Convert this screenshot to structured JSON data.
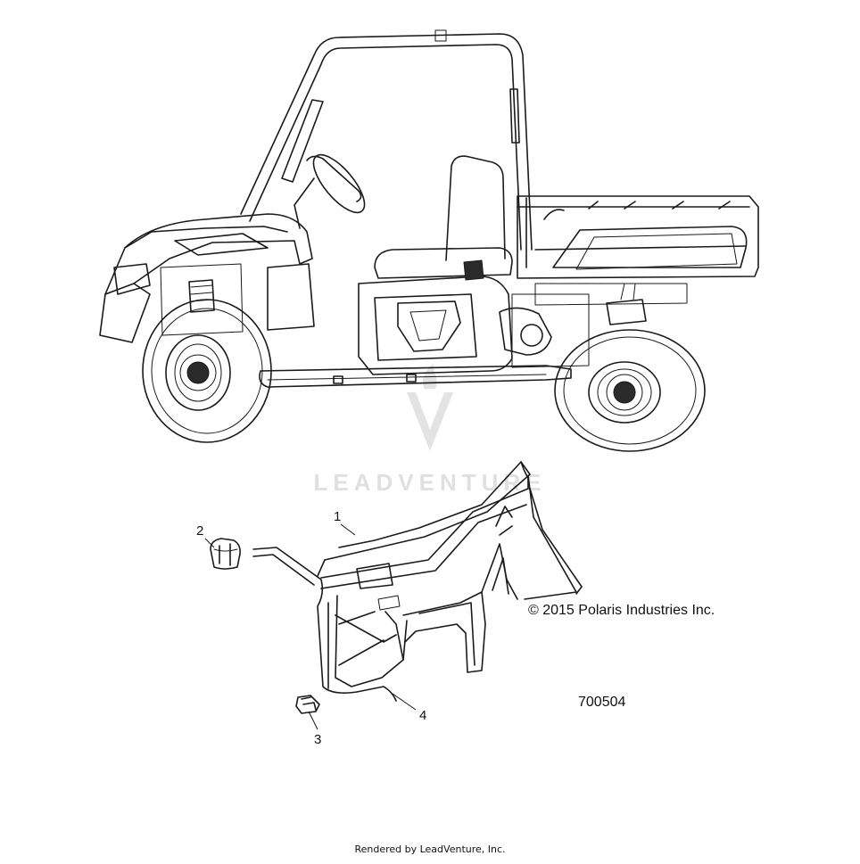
{
  "watermark": {
    "text": "LEADVENTURE"
  },
  "callouts": [
    {
      "id": "1",
      "label": "1"
    },
    {
      "id": "2",
      "label": "2"
    },
    {
      "id": "3",
      "label": "3"
    },
    {
      "id": "4",
      "label": "4"
    }
  ],
  "copyright": "© 2015 Polaris Industries Inc.",
  "diagram_number": "700504",
  "footer": "Rendered by LeadVenture, Inc."
}
